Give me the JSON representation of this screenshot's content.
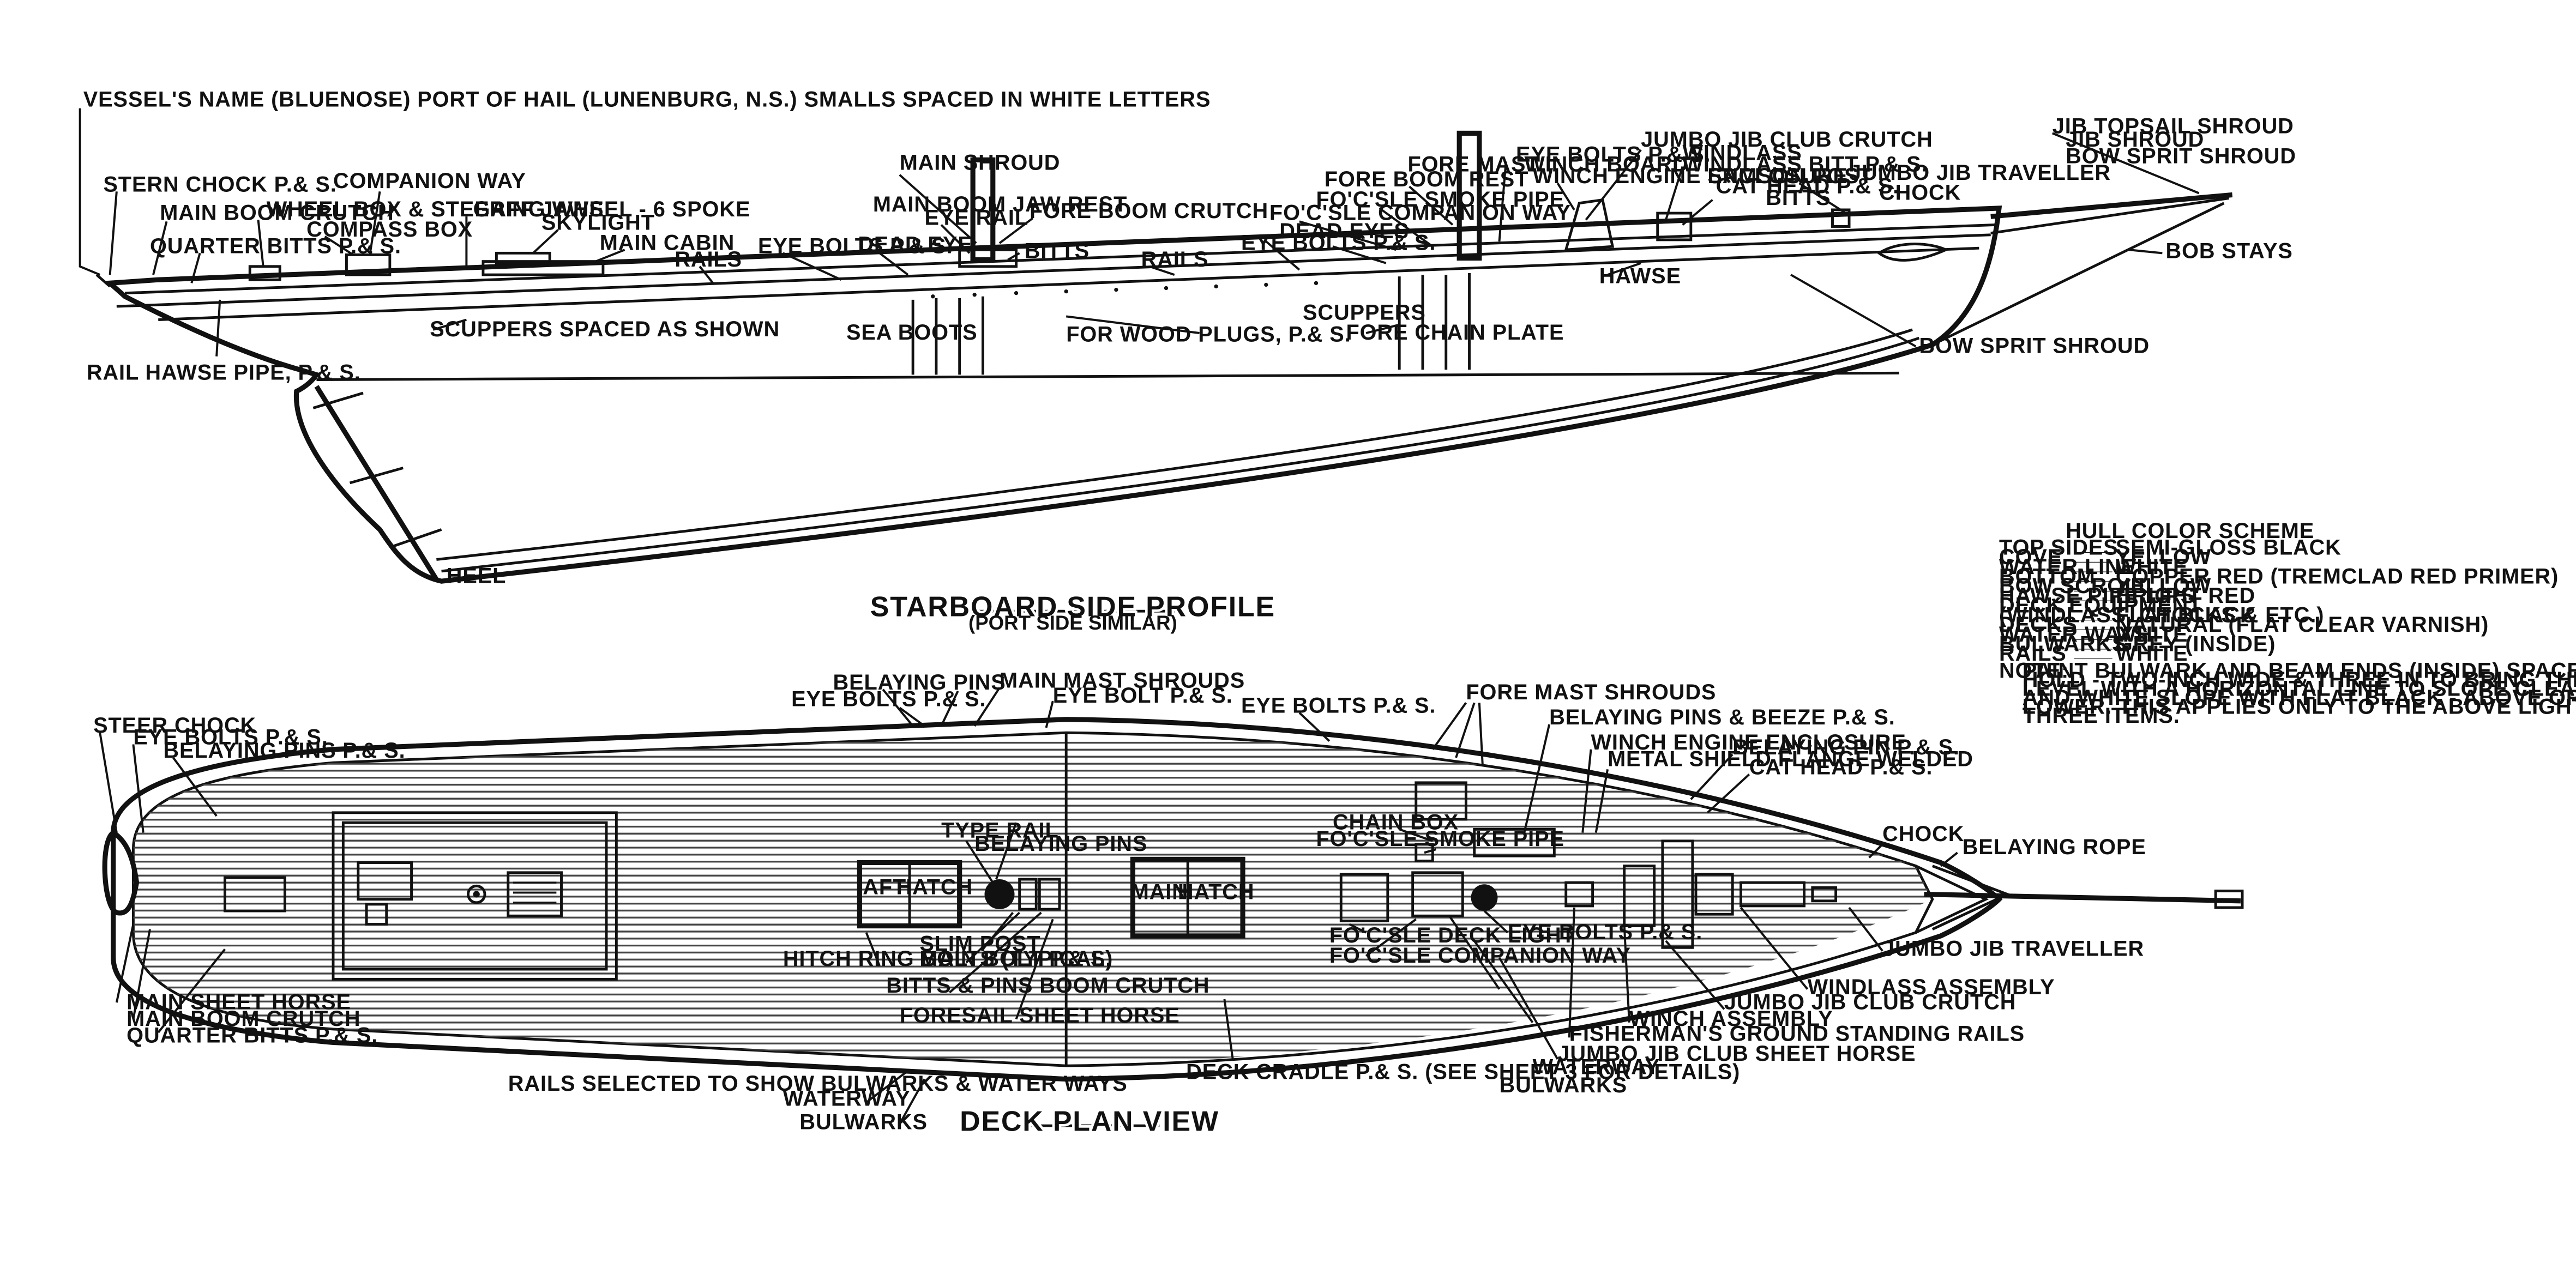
{
  "profile": {
    "title": "STARBOARD SIDE PROFILE",
    "subtitle": "(PORT SIDE SIMILAR)",
    "labels": {
      "vessel_name": "VESSEL'S NAME (BLUENOSE) PORT OF HAIL (LUNENBURG, N.S.) SMALLS SPACED IN WHITE LETTERS",
      "stern_chock": "STERN CHOCK P.& S.",
      "main_boom_crutch": "MAIN BOOM CRUTCH",
      "quarter_bitts": "QUARTER BITTS P.& S.",
      "wheel_box": "WHEEL BOX & STEERING WHEEL - 6 SPOKE",
      "compass_box": "COMPASS BOX",
      "companion_way": "COMPANION WAY",
      "gaff_jaws": "GAFF JAWS",
      "skylight": "SKYLIGHT",
      "main_cabin": "MAIN CABIN",
      "rails": "RAILS",
      "eye_bolts": "EYE BOLTS P.& S.",
      "dead_eye": "DEAD EYE",
      "main_shroud": "MAIN SHROUD",
      "main_boom_jaw": "MAIN BOOM JAW REST",
      "eye_rail": "EYE RAIL",
      "fore_boom_crutch": "FORE BOOM CRUTCH",
      "bitts": "BITTS",
      "rails_mid": "RAILS",
      "eye_bolts_fwd": "EYE BOLTS P.& S.",
      "dead_eyes": "DEAD EYES",
      "fo_c_sle_companion": "FO'C'SLE COMPANION WAY",
      "fo_c_sle_pipe": "FO'C'SLE SMOKE PIPE",
      "fore_mast": "FORE MAST",
      "fore_boom_rest": "FORE BOOM REST",
      "eye_bolts_top": "EYE BOLTS P.& S.",
      "winch_board": "WINCH BOARD",
      "winch_engine": "WINCH ENGINE ENCLOSURE",
      "jumbo_jib_crutch": "JUMBO JIB CLUB CRUTCH",
      "windlass": "WINDLASS",
      "windlass_bitt": "WINDLASS BITT P.& S.",
      "samson_post": "SAMSON POST",
      "cat_head": "CAT HEAD P.& S.",
      "bitts_fwd": "BITTS",
      "jumbo_jib_traveller": "JUMBO JIB TRAVELLER",
      "chock": "CHOCK",
      "jib_topsail_shroud": "JIB TOPSAIL SHROUD",
      "jib_shroud": "JIB SHROUD",
      "bow_sprit_shroud_top": "BOW SPRIT SHROUD",
      "bob_stays": "BOB STAYS",
      "bow_sprit_shroud": "BOW SPRIT SHROUD",
      "hawse": "HAWSE",
      "scuppers_wide": "SCUPPERS SPACED AS SHOWN",
      "sea_boots": "SEA BOOTS",
      "scuppers": "SCUPPERS",
      "fore_chain": "FORE CHAIN PLATE",
      "wood_plugs": "FOR WOOD PLUGS, P.& S.",
      "rail_hawse": "RAIL HAWSE PIPE, P.& S.",
      "heel": "HEEL"
    }
  },
  "deck_plan": {
    "title": "DECK PLAN VIEW",
    "hatches": {
      "aft": "AFT",
      "hatch": "HATCH",
      "main": "MAIN",
      "main_hatch": "HATCH"
    },
    "labels": {
      "steer_chock": "STEER CHOCK",
      "eye_bolts_aft": "EYE BOLTS P.& S.",
      "belaying_pins_aft": "BELAYING PINS P.& S.",
      "belaying_pins_top": "BELAYING PINS",
      "eye_bolts_top": "EYE BOLTS P.& S.",
      "main_mast_shrouds": "MAIN MAST SHROUDS",
      "eye_bolt": "EYE BOLT P.& S.",
      "eye_bolts_mid": "EYE BOLTS P.& S.",
      "fore_mast_shrouds": "FORE MAST SHROUDS",
      "belaying_pins_fwd": "BELAYING PINS & BEEZE P.& S.",
      "winch_engine": "WINCH ENGINE ENCLOSURE",
      "metal_shield": "METAL SHIELD FLANGE WELDED",
      "belaying_pin": "BELAYING PIN P.& S.",
      "cat_head": "CAT HEAD P.& S.",
      "chock": "CHOCK",
      "belaying_rope": "BELAYING ROPE",
      "type_rail": "TYPE RAIL",
      "belaying_pins_mid": "BELAYING PINS",
      "chain_box": "CHAIN BOX",
      "smoke_pipe": "FO'C'SLE SMOKE PIPE",
      "fo_c_sle_light": "FO'C'SLE DECK LIGHT",
      "fo_c_sle_companion": "FO'C'SLE COMPANION WAY",
      "eye_bolts_plan": "EYE BOLTS P.& S.",
      "jumbo_jib_traveller": "JUMBO JIB TRAVELLER",
      "windlass_assembly": "WINDLASS ASSEMBLY",
      "jumbo_jib_crutch": "JUMBO JIB CLUB CRUTCH",
      "winch_assembly": "WINCH ASSEMBLY",
      "standing_rails": "FISHERMAN'S GROUND STANDING RAILS",
      "jumbo_jib_sheet": "JUMBO JIB CLUB SHEET HORSE",
      "waterway_fwd": "WATERWAY",
      "bulwarks_fwd": "BULWARKS",
      "main_sheet_horse": "MAIN SHEET HORSE",
      "main_boom_crutch": "MAIN BOOM CRUTCH",
      "quarter_bitts": "QUARTER BITTS P.& S.",
      "hitch_bolts": "HITCH RING BOLTS (TYPICAL)",
      "slim_post": "SLIM POST",
      "main_bolt": "MAIN BOLT P.& S.",
      "bitts_pins": "BITTS & PINS BOOM CRUTCH",
      "foresail_horse": "FORESAIL SHEET HORSE",
      "deck_cradle": "DECK CRADLE P.& S. (SEE SHEET 3 FOR DETAILS)",
      "rails_note": "RAILS SELECTED TO SHOW BULWARKS & WATER WAYS",
      "waterway": "WATERWAY",
      "bulwarks": "BULWARKS"
    }
  },
  "color_scheme": {
    "title": "HULL COLOR SCHEME",
    "rows": [
      {
        "part": "TOP SIDES",
        "color": "SEMI-GLOSS BLACK"
      },
      {
        "part": "COVE",
        "color": "YELLOW"
      },
      {
        "part": "WATER LINE",
        "color": "WHITE"
      },
      {
        "part": "BOTTOM",
        "color": "COPPER RED (TREMCLAD RED PRIMER)"
      },
      {
        "part": "BOW SCROLL",
        "color": "YELLOW"
      },
      {
        "part": "HAWSE PIPE LIPS",
        "color": "BRIGHT RED"
      },
      {
        "part": "DECK EQUIPMENT",
        "color": ""
      },
      {
        "part": "(WINDLASS, CHOCKS & ETC.)",
        "color": "FLAT BLACK"
      },
      {
        "part": "DECKS",
        "color": "NATURAL (FLAT CLEAR VARNISH)"
      },
      {
        "part": "WATER WAYS",
        "color": "WHITE"
      },
      {
        "part": "BULWARKS",
        "color": "GREY (INSIDE)"
      },
      {
        "part": "RAILS",
        "color": "WHITE"
      }
    ],
    "note_label": "NOTE:",
    "note": "PAINT BULWARK AND BEAM ENDS (INSIDE) SPACES OF HOLD - TWO-INCH WIDE & THREE IN TO BRING THEM LEVEL WITH A HORIZONTAL LINE TO SLOPE CLEAR AND WHITE SLOPE WITH FLAT BLACK - ABOVE OR LOWER. THIS APPLIES ONLY TO THE ABOVE LIGHT THREE ITEMS."
  }
}
